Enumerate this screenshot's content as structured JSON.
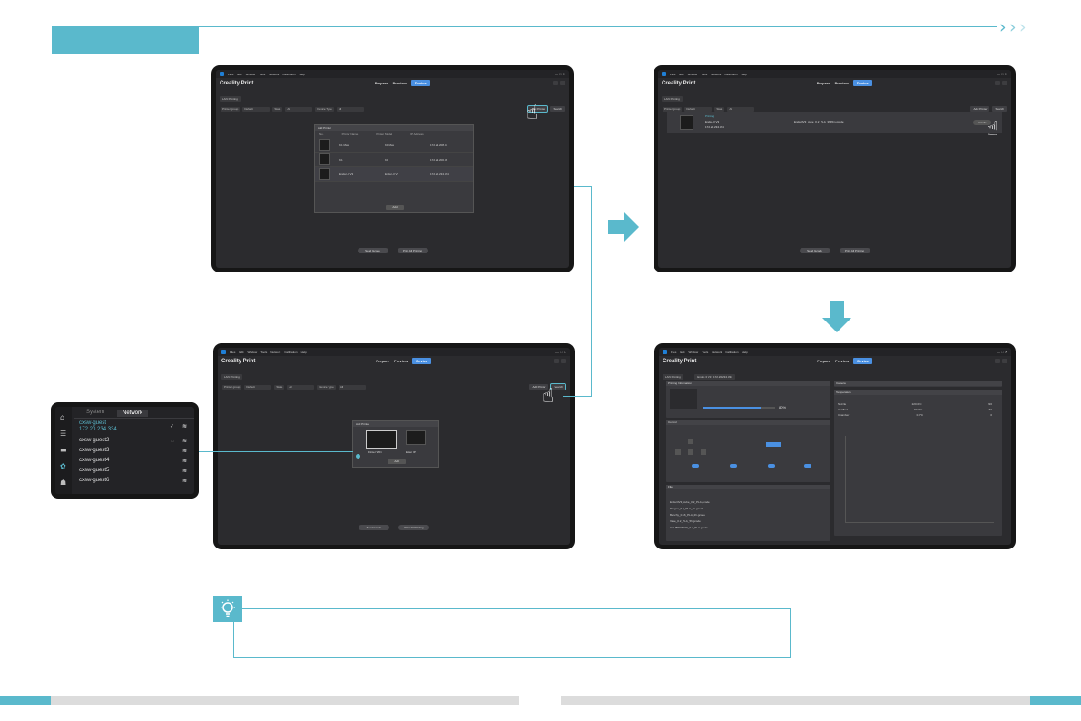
{
  "app": {
    "title": "Creality Print",
    "menu": [
      "Files",
      "Edit",
      "Window",
      "Tools",
      "Network",
      "Calibration",
      "Help"
    ],
    "tabs": [
      "Prepare",
      "Preview",
      "Device"
    ],
    "lan_tab": "LAN Printing",
    "filters": [
      "Printer group",
      "Default",
      "State",
      "All",
      "Device Type",
      "All"
    ],
    "buttons": {
      "add_printer": "Add Printer",
      "search": "Search",
      "send_all": "Send Gcode",
      "print_all": "Print All Printing"
    }
  },
  "add_printer_dialog": {
    "title": "Add Printer",
    "columns": [
      "No.",
      "Printer Name",
      "Printer Model",
      "IP Address"
    ],
    "rows": [
      {
        "name": "K1 Max",
        "model": "K1 Max",
        "ip": "172.23.208.41"
      },
      {
        "name": "K1",
        "model": "K1",
        "ip": "172.23.200.45"
      },
      {
        "name": "Ender-3 V3",
        "model": "Ender-3 V3",
        "ip": "172.20.234.334"
      }
    ],
    "ok": "Add"
  },
  "ip_dialog": {
    "title": "Add Printer",
    "option1": "Printer WiFi",
    "option2": "Enter IP",
    "ok": "Add"
  },
  "device_row": {
    "name": "Ender-3 V3",
    "ip": "172.20.234.334",
    "file": "Ender3V3_cube_0.2_PLA_3h45m.gcode",
    "status": "Printing",
    "button": "Details"
  },
  "network_panel": {
    "tabs": [
      "System",
      "Network"
    ],
    "networks": [
      {
        "name": "cxsw-guest",
        "ip": "172.20.234.334",
        "connected": true
      },
      {
        "name": "cxsw-guest2",
        "connected": false
      },
      {
        "name": "cxsw-guest3",
        "connected": false
      },
      {
        "name": "cxsw-guest4",
        "connected": false
      },
      {
        "name": "cxsw-guest5",
        "connected": false
      },
      {
        "name": "cxsw-guest6",
        "connected": false
      }
    ],
    "side_icons": [
      "home-icon",
      "settings-sliders-icon",
      "folder-icon",
      "gear-icon",
      "user-icon"
    ]
  },
  "device_detail": {
    "breadcrumb": "Ender-3 V3 / 172.20.234.334",
    "printing_label": "Printing Information",
    "progress": 0.8,
    "progress_text": "80%",
    "panels": [
      "Control",
      "Camera",
      "Temperature",
      "File"
    ],
    "temps": [
      {
        "label": "Nozzle",
        "current": "220.0°C",
        "target": "220"
      },
      {
        "label": "Hot Bed",
        "current": "60.0°C",
        "target": "60"
      },
      {
        "label": "Chamber",
        "current": "0.0°C",
        "target": "0"
      }
    ],
    "files": [
      "Ender3V3_cube_0.2_PLA.gcode",
      "Dragon_0.2_PLA_1h.gcode",
      "Benchy_0.16_PLA_2h.gcode",
      "Vase_0.2_PLA_5h.gcode",
      "CALIBRATION_0.2_PLA.gcode"
    ]
  },
  "colors": {
    "accent": "#5ab9cc",
    "frame": "#161616",
    "screen": "#2b2b2e",
    "active_tab": "#4a90e2"
  }
}
